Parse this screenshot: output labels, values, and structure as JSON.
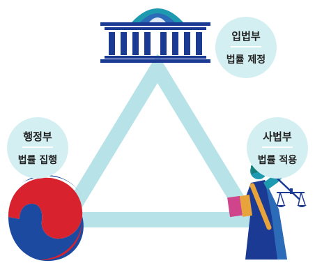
{
  "branches": {
    "legislative": {
      "name": "입법부",
      "role": "법률 제정"
    },
    "executive": {
      "name": "행정부",
      "role": "법률 집행"
    },
    "judicial": {
      "name": "사법부",
      "role": "법률 적용"
    }
  },
  "colors": {
    "triangle": "#b7e3e8",
    "bubble": "#d4eff2",
    "navy": "#1b3a93",
    "teal": "#1e9ab0",
    "red": "#d8232e",
    "blue": "#1c4aa0",
    "gold": "#e8a33b",
    "magenta": "#d0448c"
  },
  "icons": {
    "top": "national-assembly-icon",
    "left": "government-emblem-icon",
    "right": "lady-justice-icon"
  }
}
